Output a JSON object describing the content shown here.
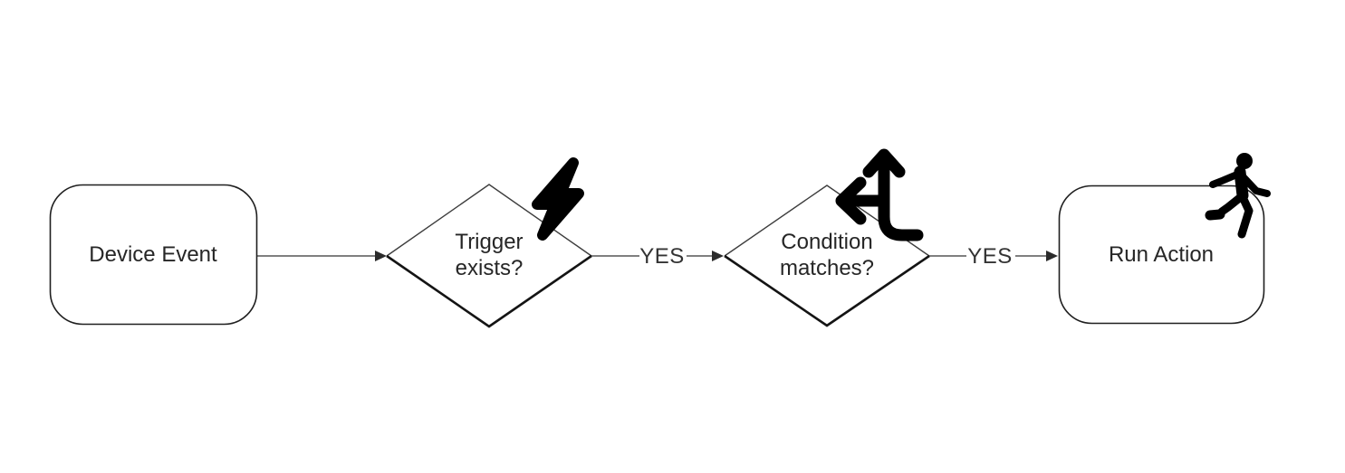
{
  "diagram": {
    "type": "flowchart",
    "direction": "left-to-right",
    "nodes": [
      {
        "id": "device-event",
        "shape": "rounded-rectangle",
        "label": "Device Event",
        "icon": null
      },
      {
        "id": "trigger-exists",
        "shape": "diamond",
        "label": "Trigger exists?",
        "icon": "lightning-bolt-icon"
      },
      {
        "id": "condition-matches",
        "shape": "diamond",
        "label": "Condition matches?",
        "icon": "split-arrows-icon"
      },
      {
        "id": "run-action",
        "shape": "rounded-rectangle",
        "label": "Run Action",
        "icon": "person-running-icon"
      }
    ],
    "edges": [
      {
        "from": "device-event",
        "to": "trigger-exists",
        "label": ""
      },
      {
        "from": "trigger-exists",
        "to": "condition-matches",
        "label": "YES"
      },
      {
        "from": "condition-matches",
        "to": "run-action",
        "label": "YES"
      }
    ],
    "colors": {
      "background": "#ffffff",
      "node_border": "#1f1f1f",
      "diamond_top_edge": "#3d3d3d",
      "diamond_bottom_edge": "#141414",
      "connector_line": "#6e6e6e",
      "arrowhead": "#2b2b2b",
      "text": "#262626",
      "icon": "#000000"
    }
  }
}
